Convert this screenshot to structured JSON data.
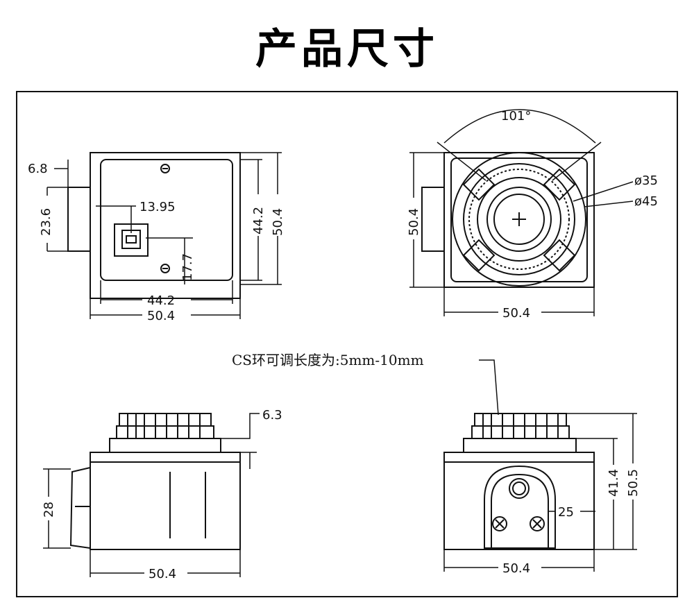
{
  "title": "产品尺寸",
  "note": "CS环可调长度为:5mm-10mm",
  "views": {
    "rear": {
      "d1": "6.8",
      "d2": "23.6",
      "d3": "13.95",
      "d4": "17.7",
      "d5": "44.2",
      "d6": "50.4",
      "d7": "44.2",
      "d8": "50.4"
    },
    "front": {
      "angle": "101°",
      "dia1": "ø35",
      "dia2": "ø45",
      "height": "50.4",
      "width": "50.4"
    },
    "side": {
      "lens": "6.3",
      "height": "28",
      "width": "50.4"
    },
    "bottom": {
      "h1": "41.4",
      "h2": "50.5",
      "mount": "25",
      "width": "50.4"
    }
  }
}
